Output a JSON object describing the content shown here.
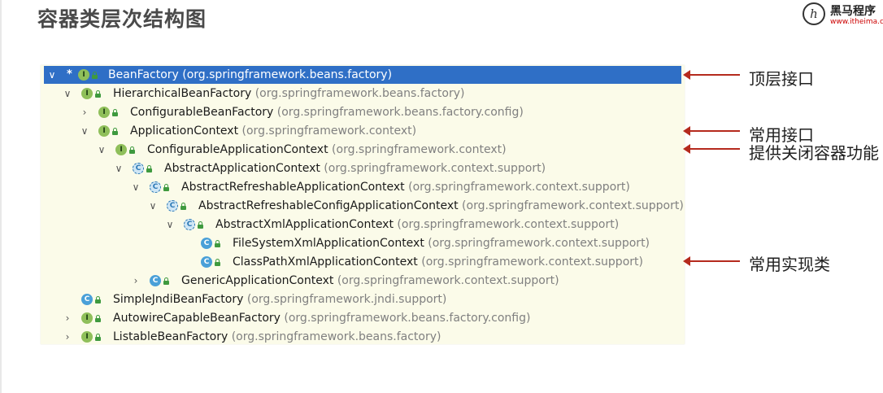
{
  "page": {
    "title": "容器类层次结构图"
  },
  "brand": {
    "name": "黑马程序",
    "url": "www.itheima.c"
  },
  "tree": {
    "rows": [
      {
        "name": "BeanFactory",
        "pkg": "(org.springframework.beans.factory)",
        "icon": "interface-icon",
        "expander": "expanded",
        "selected": true,
        "starred": true
      },
      {
        "name": "HierarchicalBeanFactory",
        "pkg": "(org.springframework.beans.factory)",
        "icon": "interface-icon",
        "expander": "expanded"
      },
      {
        "name": "ConfigurableBeanFactory",
        "pkg": "(org.springframework.beans.factory.config)",
        "icon": "interface-icon",
        "expander": "collapsed"
      },
      {
        "name": "ApplicationContext",
        "pkg": "(org.springframework.context)",
        "icon": "interface-icon",
        "expander": "expanded"
      },
      {
        "name": "ConfigurableApplicationContext",
        "pkg": "(org.springframework.context)",
        "icon": "interface-icon",
        "expander": "expanded"
      },
      {
        "name": "AbstractApplicationContext",
        "pkg": "(org.springframework.context.support)",
        "icon": "abstract-class-icon",
        "expander": "expanded"
      },
      {
        "name": "AbstractRefreshableApplicationContext",
        "pkg": "(org.springframework.context.support)",
        "icon": "abstract-class-icon",
        "expander": "expanded"
      },
      {
        "name": "AbstractRefreshableConfigApplicationContext",
        "pkg": "(org.springframework.context.support)",
        "icon": "abstract-class-icon",
        "expander": "expanded"
      },
      {
        "name": "AbstractXmlApplicationContext",
        "pkg": "(org.springframework.context.support)",
        "icon": "abstract-class-icon",
        "expander": "expanded"
      },
      {
        "name": "FileSystemXmlApplicationContext",
        "pkg": "(org.springframework.context.support)",
        "icon": "class-icon",
        "expander": "none"
      },
      {
        "name": "ClassPathXmlApplicationContext",
        "pkg": "(org.springframework.context.support)",
        "icon": "class-icon",
        "expander": "none"
      },
      {
        "name": "GenericApplicationContext",
        "pkg": "(org.springframework.context.support)",
        "icon": "class-icon",
        "expander": "collapsed"
      },
      {
        "name": "SimpleJndiBeanFactory",
        "pkg": "(org.springframework.jndi.support)",
        "icon": "class-icon",
        "expander": "none"
      },
      {
        "name": "AutowireCapableBeanFactory",
        "pkg": "(org.springframework.beans.factory.config)",
        "icon": "interface-icon",
        "expander": "collapsed"
      },
      {
        "name": "ListableBeanFactory",
        "pkg": "(org.springframework.beans.factory)",
        "icon": "interface-icon",
        "expander": "collapsed"
      }
    ]
  },
  "annotations": {
    "top_interface": "顶层接口",
    "common_interface": "常用接口",
    "close_feature": "提供关闭容器功能",
    "common_impl": "常用实现类"
  },
  "colors": {
    "selection": "#2f6fc6",
    "tree_bg": "#fbfbe9",
    "arrow": "#b52a1d"
  }
}
